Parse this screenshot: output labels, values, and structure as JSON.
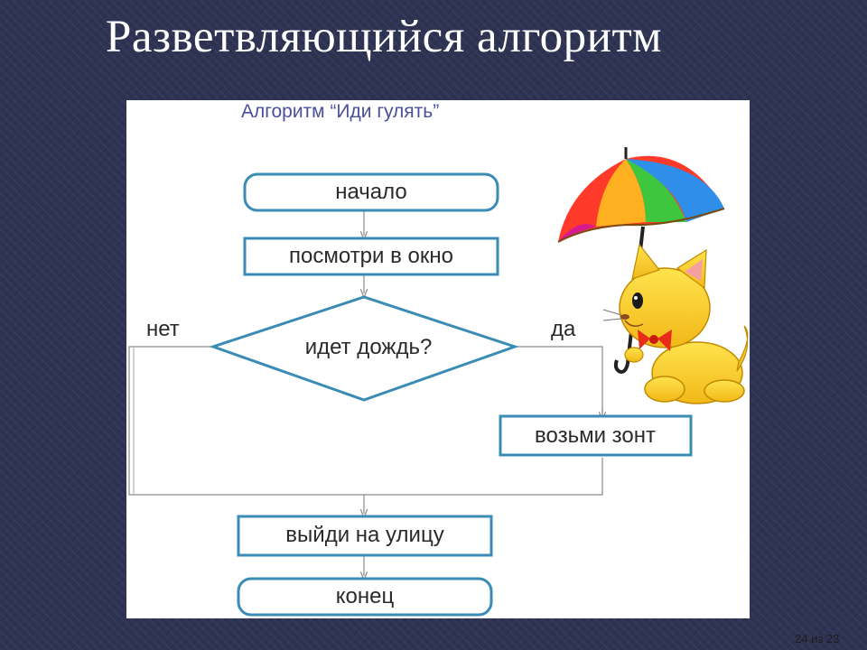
{
  "slide": {
    "title": "Разветвляющийся алгоритм",
    "page_counter": "24 из 23"
  },
  "flowchart": {
    "title": "Алгоритм “Иди гулять”",
    "start": "начало",
    "look": "посмотри в окно",
    "decision": "идет дождь?",
    "no_label": "нет",
    "yes_label": "да",
    "umbrella": "возьми зонт",
    "go_out": "выйди на улицу",
    "end": "конец"
  },
  "illustration": {
    "icon": "kitten-with-umbrella-icon"
  },
  "colors": {
    "background": "#2e3353",
    "box_stroke": "#3a8cb4",
    "flow_line": "#8a8a8a"
  }
}
